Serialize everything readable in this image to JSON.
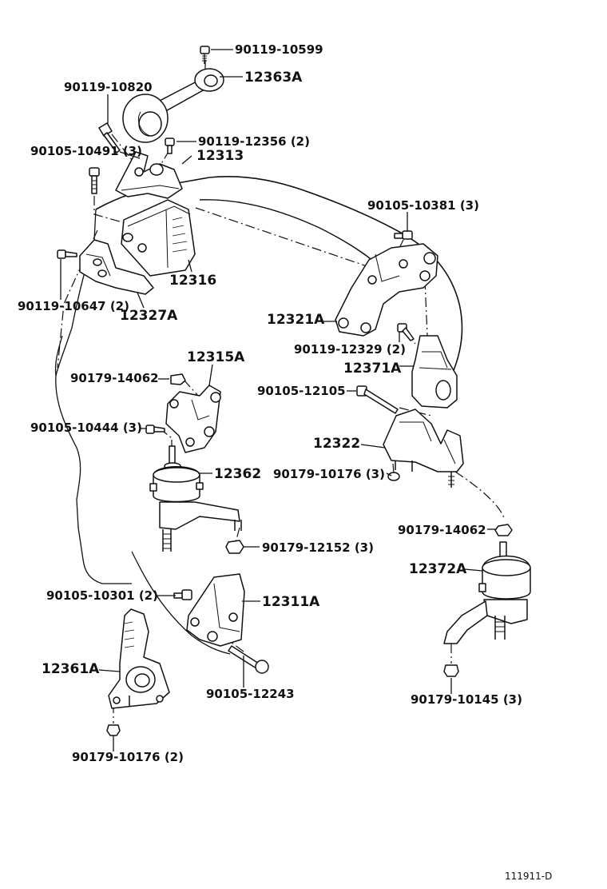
{
  "diagram_code": "111911-D",
  "parts": {
    "p_90119_10599": "90119-10599",
    "p_12363A": "12363A",
    "p_90119_10820": "90119-10820",
    "p_90119_12356": "90119-12356 (2)",
    "p_12313": "12313",
    "p_90105_10491": "90105-10491 (3)",
    "p_90105_10381": "90105-10381 (3)",
    "p_12316": "12316",
    "p_90119_10647": "90119-10647 (2)",
    "p_12327A": "12327A",
    "p_12321A": "12321A",
    "p_90119_12329": "90119-12329 (2)",
    "p_12315A": "12315A",
    "p_12371A": "12371A",
    "p_90179_14062_a": "90179-14062",
    "p_90105_12105": "90105-12105",
    "p_90105_10444": "90105-10444 (3)",
    "p_12322": "12322",
    "p_12362": "12362",
    "p_90179_10176_3": "90179-10176 (3)",
    "p_90179_12152": "90179-12152 (3)",
    "p_90179_14062_b": "90179-14062",
    "p_12372A": "12372A",
    "p_90105_10301": "90105-10301 (2)",
    "p_12311A": "12311A",
    "p_12361A": "12361A",
    "p_90105_12243": "90105-12243",
    "p_90179_10145": "90179-10145 (3)",
    "p_90179_10176_2": "90179-10176 (2)"
  }
}
